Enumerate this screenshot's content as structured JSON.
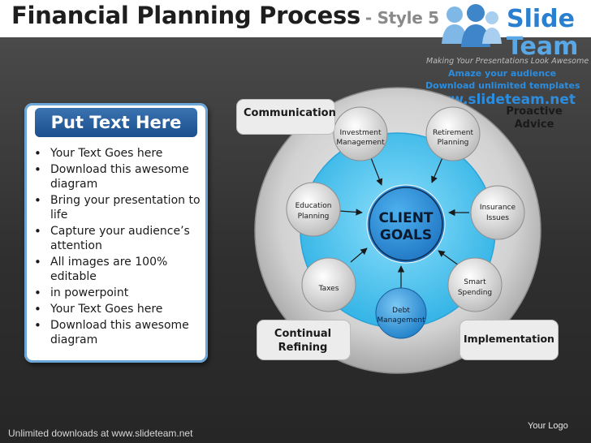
{
  "header": {
    "title": "Financial Planning Process",
    "subtitle": "- Style 5"
  },
  "branding": {
    "logo_word1": "Slide",
    "logo_word2": "Team",
    "tagline": "Making Your Presentations Look Awesome",
    "promo_line1": "Amaze your audience",
    "promo_line2": "Download unlimited templates",
    "promo_url": "www.slideteam.net"
  },
  "panel": {
    "heading": "Put Text Here",
    "bullets": [
      "Your Text Goes here",
      "Download this awesome diagram",
      "Bring your presentation to life",
      "Capture your audience’s attention",
      "All images are 100% editable",
      "in powerpoint",
      "Your Text Goes here",
      "Download this awesome diagram"
    ]
  },
  "diagram": {
    "center": {
      "line1": "CLIENT",
      "line2": "GOALS"
    },
    "nodes": [
      {
        "id": "investment",
        "line1": "Investment",
        "line2": "Management"
      },
      {
        "id": "retirement",
        "line1": "Retirement",
        "line2": "Planning"
      },
      {
        "id": "insurance",
        "line1": "Insurance",
        "line2": "Issues"
      },
      {
        "id": "smart",
        "line1": "Smart",
        "line2": "Spending"
      },
      {
        "id": "debt",
        "line1": "Debt",
        "line2": "Management"
      },
      {
        "id": "taxes",
        "line1": "Taxes",
        "line2": ""
      },
      {
        "id": "education",
        "line1": "Education",
        "line2": "Planning"
      }
    ],
    "phases": {
      "communication": "Communication",
      "proactive_line1": "Proactive",
      "proactive_line2": "Advice",
      "continual_line1": "Continual",
      "continual_line2": "Refining",
      "implementation": "Implementation"
    }
  },
  "footer": {
    "left": "Unlimited downloads at www.slideteam.net",
    "right": "Your Logo"
  },
  "colors": {
    "center_blue": "#2f8fd6",
    "ring_blue": "#5bc8f0",
    "outer_ring": "#c9c9c9",
    "panel_head": "#1b4f8e",
    "promo_text": "#2a8de0"
  }
}
